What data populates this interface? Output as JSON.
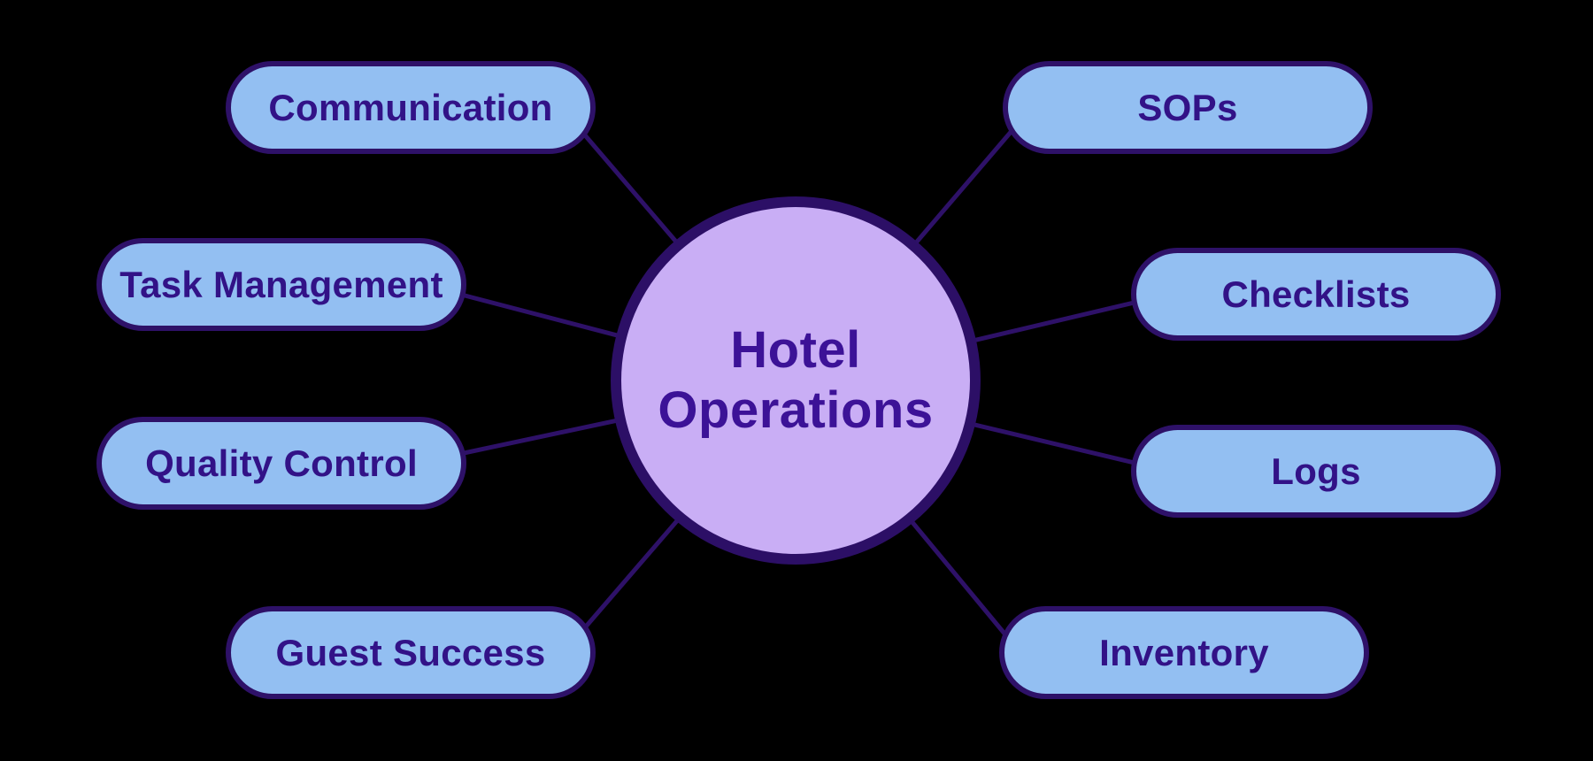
{
  "diagram": {
    "type": "mindmap",
    "background_color": "#000000",
    "center_node": {
      "label": "Hotel Operations",
      "label_lines": [
        "Hotel",
        "Operations"
      ],
      "fill_color": "#c9aef5",
      "border_color": "#2c0f66",
      "text_color": "#3c1297"
    },
    "node_style": {
      "fill_color": "#93bff2",
      "border_color": "#2e1168",
      "text_color": "#321287"
    },
    "connector_color": "#2e1168",
    "nodes": [
      {
        "label": "Communication",
        "side": "left"
      },
      {
        "label": "Task Management",
        "side": "left"
      },
      {
        "label": "Quality Control",
        "side": "left"
      },
      {
        "label": "Guest Success",
        "side": "left"
      },
      {
        "label": "SOPs",
        "side": "right"
      },
      {
        "label": "Checklists",
        "side": "right"
      },
      {
        "label": "Logs",
        "side": "right"
      },
      {
        "label": "Inventory",
        "side": "right"
      }
    ]
  }
}
